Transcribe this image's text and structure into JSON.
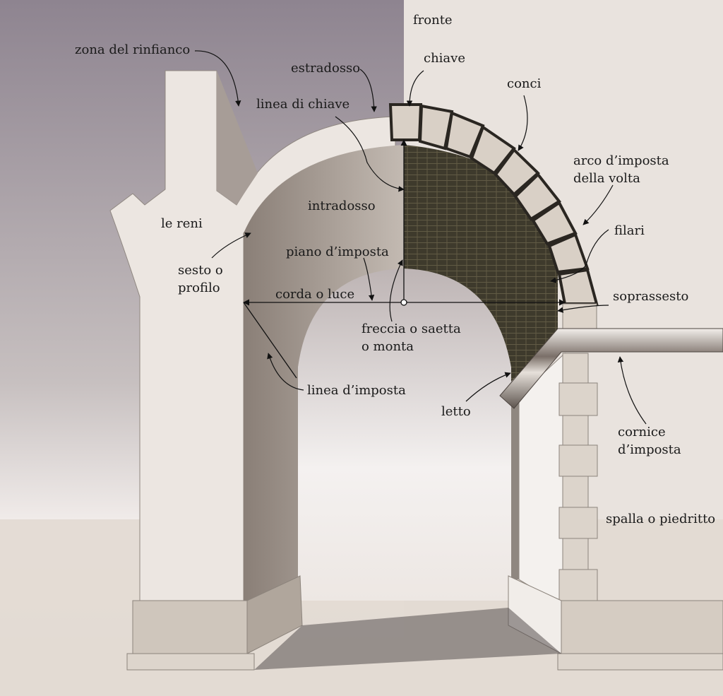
{
  "labels": {
    "fronte": "fronte",
    "zona_rinfianco": "zona del rinfianco",
    "estradosso": "estradosso",
    "chiave": "chiave",
    "conci": "conci",
    "linea_chiave": "linea di chiave",
    "arco_imposta_1": "arco d’imposta",
    "arco_imposta_2": "della volta",
    "intradosso": "intradosso",
    "le_reni": "le reni",
    "filari": "filari",
    "piano_imposta": "piano d’imposta",
    "sesto_1": "sesto o",
    "sesto_2": "profilo",
    "corda": "corda o luce",
    "soprassesto": "soprassesto",
    "freccia_1": "freccia o saetta",
    "freccia_2": "o monta",
    "linea_imposta": "linea d’imposta",
    "letto": "letto",
    "cornice_1": "cornice",
    "cornice_2": "d’imposta",
    "spalla": "spalla o piedritto"
  },
  "colors": {
    "wall_back": "#8e8490",
    "stone_light": "#ece6e1",
    "stone_shadow": "#a39a93",
    "voussoir": "#d9d0c6",
    "brick": "#3e3a2c",
    "leader": "#111111"
  }
}
